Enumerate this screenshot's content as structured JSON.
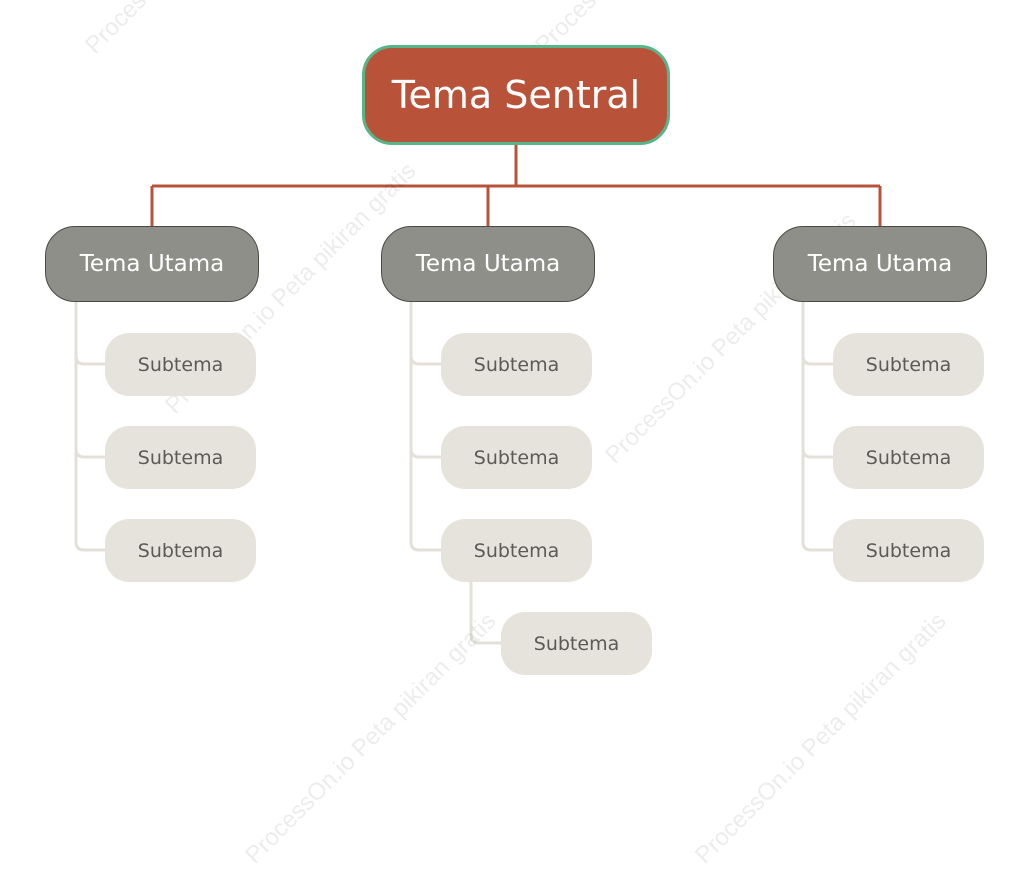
{
  "watermark": {
    "text": "ProcessOn.io Peta pikiran gratis"
  },
  "colors": {
    "central_fill": "#b8533a",
    "central_border": "#58b489",
    "main_fill": "#8f8f8a",
    "sub_fill": "#e6e3dc",
    "red_connector": "#b8533a",
    "light_connector": "#e3e0d8"
  },
  "diagram": {
    "central": {
      "label": "Tema Sentral"
    },
    "branches": [
      {
        "label": "Tema Utama",
        "subtopics": [
          {
            "label": "Subtema",
            "children": []
          },
          {
            "label": "Subtema",
            "children": []
          },
          {
            "label": "Subtema",
            "children": []
          }
        ]
      },
      {
        "label": "Tema Utama",
        "subtopics": [
          {
            "label": "Subtema",
            "children": []
          },
          {
            "label": "Subtema",
            "children": []
          },
          {
            "label": "Subtema",
            "children": [
              {
                "label": "Subtema"
              }
            ]
          }
        ]
      },
      {
        "label": "Tema Utama",
        "subtopics": [
          {
            "label": "Subtema",
            "children": []
          },
          {
            "label": "Subtema",
            "children": []
          },
          {
            "label": "Subtema",
            "children": []
          }
        ]
      }
    ]
  }
}
